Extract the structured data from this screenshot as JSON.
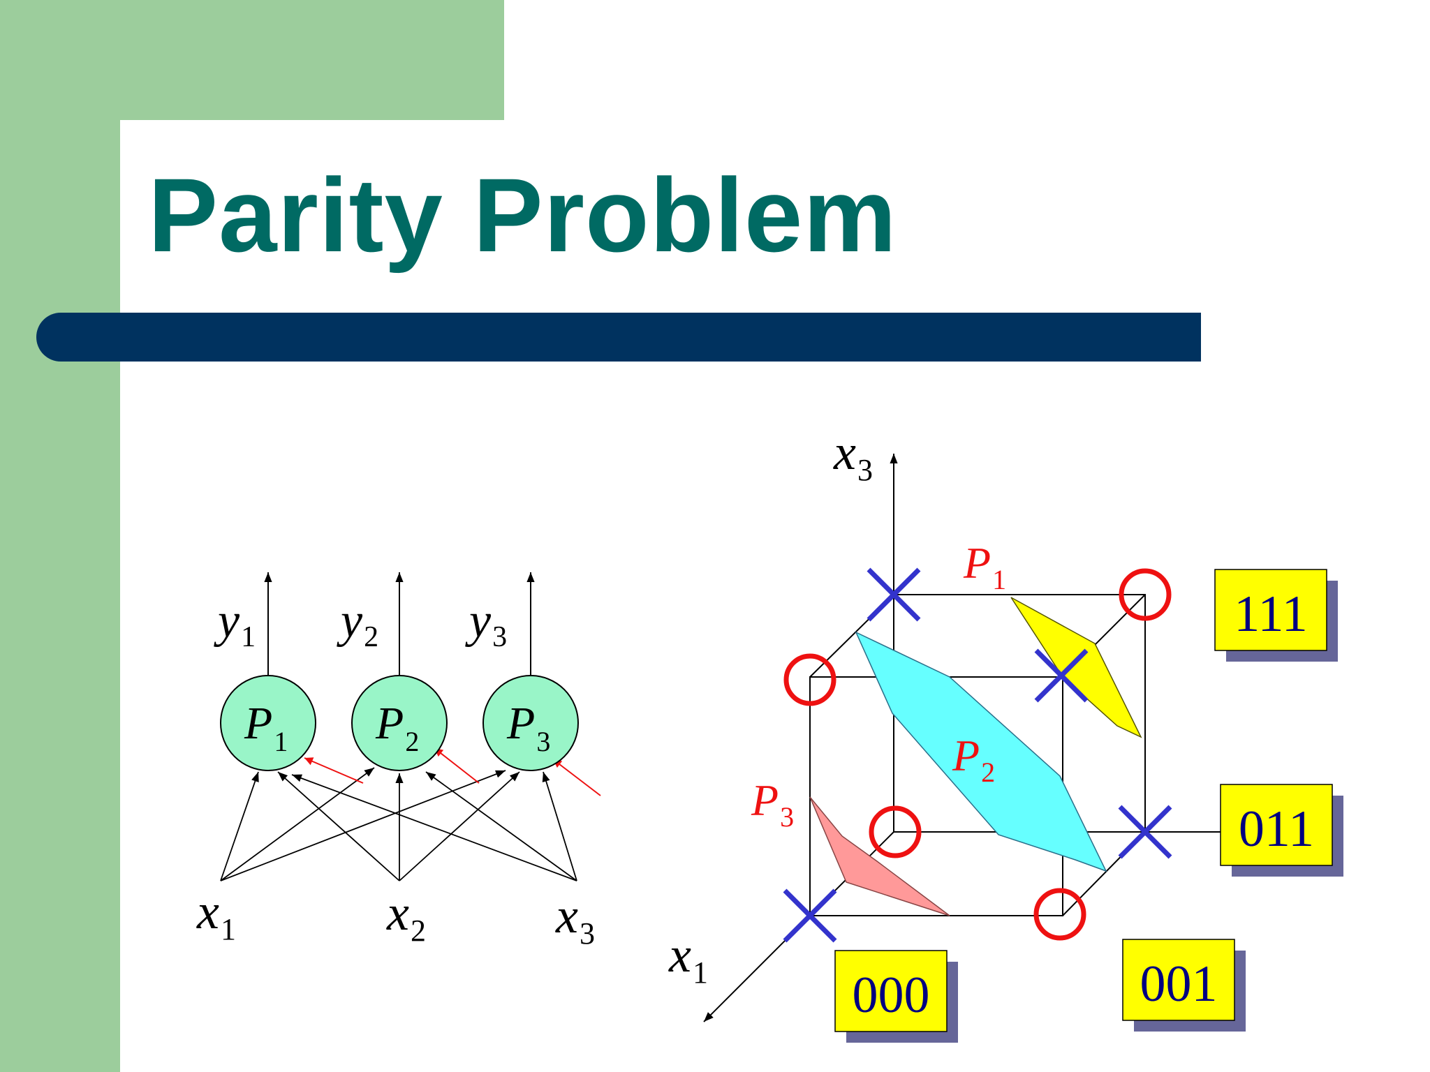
{
  "title": "Parity Problem",
  "colors": {
    "background_green": "#9ccd9c",
    "title_color": "#006a63",
    "title_bar": "#00325f",
    "neuron_fill": "#99f5c8",
    "p1_plane": "#ffff00",
    "p2_plane": "#66ffff",
    "p3_plane": "#ff9999",
    "label_box": "#ffff00",
    "label_shadow": "#666699",
    "circle_marker": "#ee1111",
    "cross_marker": "#3333cc",
    "label_text": "#000080"
  },
  "network": {
    "outputs": [
      {
        "var": "y",
        "sub": "1"
      },
      {
        "var": "y",
        "sub": "2"
      },
      {
        "var": "y",
        "sub": "3"
      }
    ],
    "neurons": [
      {
        "var": "P",
        "sub": "1"
      },
      {
        "var": "P",
        "sub": "2"
      },
      {
        "var": "P",
        "sub": "3"
      }
    ],
    "inputs": [
      {
        "var": "x",
        "sub": "1"
      },
      {
        "var": "x",
        "sub": "2"
      },
      {
        "var": "x",
        "sub": "3"
      }
    ]
  },
  "cube": {
    "axis_x3": {
      "var": "x",
      "sub": "3"
    },
    "axis_x1": {
      "var": "x",
      "sub": "1"
    },
    "planes": [
      {
        "var": "P",
        "sub": "1"
      },
      {
        "var": "P",
        "sub": "2"
      },
      {
        "var": "P",
        "sub": "3"
      }
    ],
    "vertex_labels": {
      "v111": "111",
      "v011": "011",
      "v000": "000",
      "v001": "001"
    },
    "markers": {
      "circles": 4,
      "crosses": 4
    }
  }
}
